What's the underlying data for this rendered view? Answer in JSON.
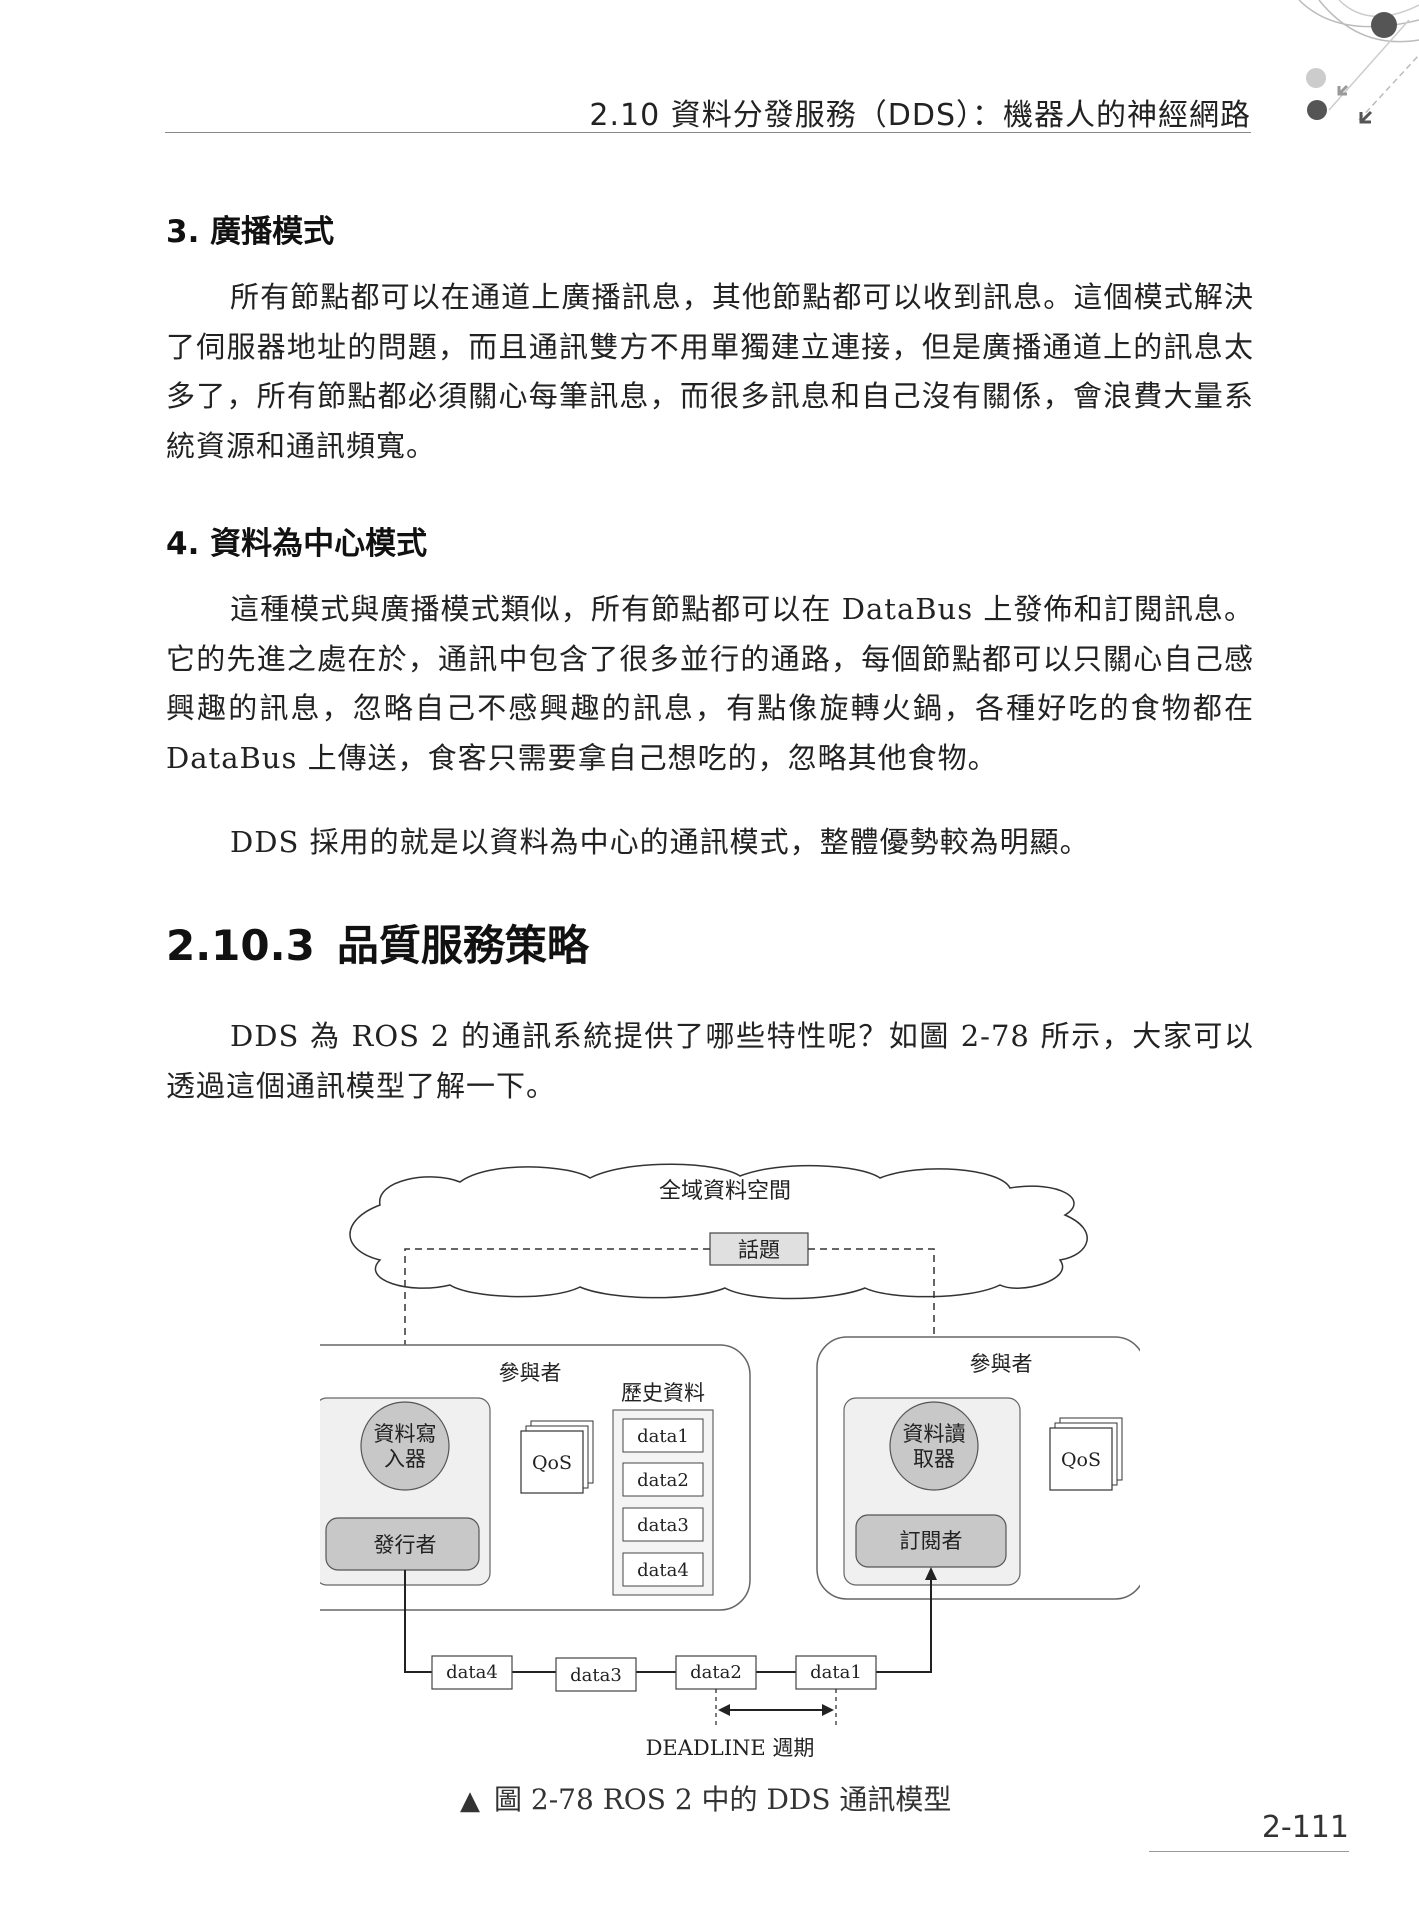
{
  "header": {
    "text": "2.10  資料分發服務（DDS）：機器人的神經網路"
  },
  "section3": {
    "title": "3. 廣播模式",
    "paragraph": "所有節點都可以在通道上廣播訊息，其他節點都可以收到訊息。這個模式解決了伺服器地址的問題，而且通訊雙方不用單獨建立連接，但是廣播通道上的訊息太多了，所有節點都必須關心每筆訊息，而很多訊息和自己沒有關係，會浪費大量系統資源和通訊頻寬。"
  },
  "section4": {
    "title": "4. 資料為中心模式",
    "paragraph1": "這種模式與廣播模式類似，所有節點都可以在 DataBus 上發佈和訂閱訊息。它的先進之處在於，通訊中包含了很多並行的通路，每個節點都可以只關心自己感興趣的訊息，忽略自己不感興趣的訊息，有點像旋轉火鍋，各種好吃的食物都在 DataBus 上傳送，食客只需要拿自己想吃的，忽略其他食物。",
    "paragraph2": "DDS 採用的就是以資料為中心的通訊模式，整體優勢較為明顯。"
  },
  "section_2_10_3": {
    "number": "2.10.3",
    "title": "品質服務策略",
    "paragraph": "DDS 為 ROS 2 的通訊系統提供了哪些特性呢？如圖 2-78 所示，大家可以透過這個通訊模型了解一下。"
  },
  "figure": {
    "cloud_label": "全域資料空間",
    "topic_label": "話題",
    "left_participant": {
      "label": "參與者",
      "writer": "資料寫入器",
      "writer_line1": "資料寫",
      "writer_line2": "入器",
      "publisher": "發行者",
      "qos": "QoS",
      "history_label": "歷史資料",
      "history": [
        "data1",
        "data2",
        "data3",
        "data4"
      ]
    },
    "right_participant": {
      "label": "參與者",
      "reader": "資料讀取器",
      "reader_line1": "資料讀",
      "reader_line2": "取器",
      "subscriber": "訂閱者",
      "qos": "QoS"
    },
    "flow": [
      "data4",
      "data3",
      "data2",
      "data1"
    ],
    "deadline_label": "DEADLINE 週期",
    "caption_marker": "▲",
    "caption": "圖 2-78  ROS 2 中的 DDS 通訊模型"
  },
  "page_number": "2-111"
}
